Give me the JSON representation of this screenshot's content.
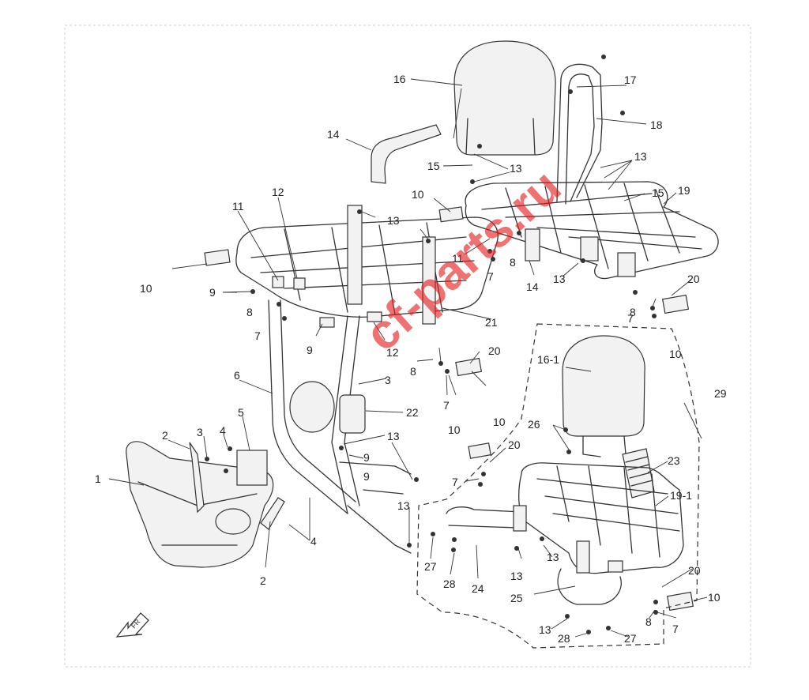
{
  "watermark": "cf-parts.ru",
  "direction_badge": "FR",
  "callouts": [
    {
      "id": "c1",
      "text": "1"
    },
    {
      "id": "c2",
      "text": "2"
    },
    {
      "id": "c2b",
      "text": "2"
    },
    {
      "id": "c3",
      "text": "3"
    },
    {
      "id": "c3b",
      "text": "3"
    },
    {
      "id": "c4",
      "text": "4"
    },
    {
      "id": "c4b",
      "text": "4"
    },
    {
      "id": "c5",
      "text": "5"
    },
    {
      "id": "c6",
      "text": "6"
    },
    {
      "id": "c7a",
      "text": "7"
    },
    {
      "id": "c7b",
      "text": "7"
    },
    {
      "id": "c7c",
      "text": "7"
    },
    {
      "id": "c7d",
      "text": "7"
    },
    {
      "id": "c7e",
      "text": "7"
    },
    {
      "id": "c7f",
      "text": "7"
    },
    {
      "id": "c8a",
      "text": "8"
    },
    {
      "id": "c8b",
      "text": "8"
    },
    {
      "id": "c8c",
      "text": "8"
    },
    {
      "id": "c8d",
      "text": "8"
    },
    {
      "id": "c8e",
      "text": "8"
    },
    {
      "id": "c9a",
      "text": "9"
    },
    {
      "id": "c9b",
      "text": "9"
    },
    {
      "id": "c9c",
      "text": "9"
    },
    {
      "id": "c9d",
      "text": "9"
    },
    {
      "id": "c10a",
      "text": "10"
    },
    {
      "id": "c10b",
      "text": "10"
    },
    {
      "id": "c10c",
      "text": "10"
    },
    {
      "id": "c10d",
      "text": "10"
    },
    {
      "id": "c10e",
      "text": "10"
    },
    {
      "id": "c10f",
      "text": "10"
    },
    {
      "id": "c11a",
      "text": "11"
    },
    {
      "id": "c11b",
      "text": "11"
    },
    {
      "id": "c12a",
      "text": "12"
    },
    {
      "id": "c12b",
      "text": "12"
    },
    {
      "id": "c13a",
      "text": "13"
    },
    {
      "id": "c13b",
      "text": "13"
    },
    {
      "id": "c13c",
      "text": "13"
    },
    {
      "id": "c13d",
      "text": "13"
    },
    {
      "id": "c13e",
      "text": "13"
    },
    {
      "id": "c13f",
      "text": "13"
    },
    {
      "id": "c13g",
      "text": "13"
    },
    {
      "id": "c13h",
      "text": "13"
    },
    {
      "id": "c13i",
      "text": "13"
    },
    {
      "id": "c14a",
      "text": "14"
    },
    {
      "id": "c14b",
      "text": "14"
    },
    {
      "id": "c15a",
      "text": "15"
    },
    {
      "id": "c15b",
      "text": "15"
    },
    {
      "id": "c16",
      "text": "16"
    },
    {
      "id": "c16_1",
      "text": "16-1"
    },
    {
      "id": "c17",
      "text": "17"
    },
    {
      "id": "c18",
      "text": "18"
    },
    {
      "id": "c19",
      "text": "19"
    },
    {
      "id": "c19_1",
      "text": "19-1"
    },
    {
      "id": "c20a",
      "text": "20"
    },
    {
      "id": "c20b",
      "text": "20"
    },
    {
      "id": "c20c",
      "text": "20"
    },
    {
      "id": "c20d",
      "text": "20"
    },
    {
      "id": "c21",
      "text": "21"
    },
    {
      "id": "c22",
      "text": "22"
    },
    {
      "id": "c23",
      "text": "23"
    },
    {
      "id": "c24",
      "text": "24"
    },
    {
      "id": "c25",
      "text": "25"
    },
    {
      "id": "c26",
      "text": "26"
    },
    {
      "id": "c27a",
      "text": "27"
    },
    {
      "id": "c27b",
      "text": "27"
    },
    {
      "id": "c28a",
      "text": "28"
    },
    {
      "id": "c28b",
      "text": "28"
    },
    {
      "id": "c29",
      "text": "29"
    }
  ]
}
